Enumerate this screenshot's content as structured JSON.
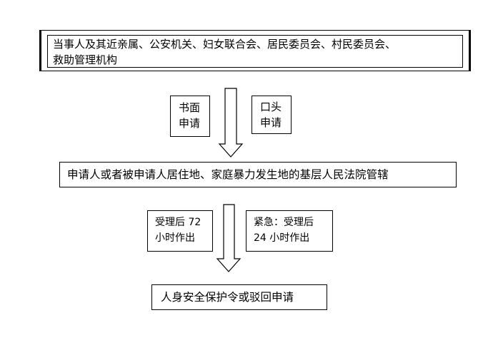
{
  "applicants": {
    "line1": "当事人及其近亲属、公安机关、妇女联合会、居民委员会、村民委员会、",
    "line2": "救助管理机构"
  },
  "written": {
    "line1": "书面",
    "line2": "申请"
  },
  "oral": {
    "line1": "口头",
    "line2": "申请"
  },
  "court": "申请人或者被申请人居住地、家庭暴力发生地的基层人民法院管辖",
  "normal": {
    "line1": "受理后 72",
    "line2": "小时作出"
  },
  "urgent": {
    "line1": "紧急：受理后",
    "line2": "24 小时作出"
  },
  "result": "人身安全保护令或驳回申请"
}
